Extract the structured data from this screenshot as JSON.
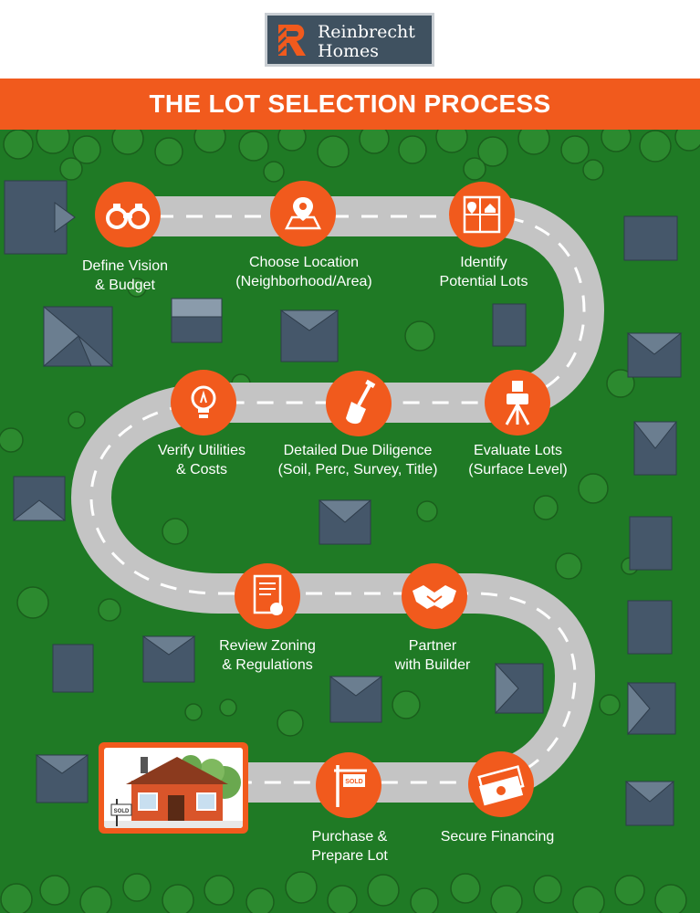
{
  "brand": {
    "name_line1": "Reinbrecht",
    "name_line2": "Homes",
    "accent": "#f15a1d",
    "logo_bg": "#3f5160"
  },
  "title": "THE LOT SELECTION PROCESS",
  "colors": {
    "grass": "#1f7a25",
    "road": "#c4c4c4",
    "house_roof": "#45576a",
    "step": "#f15a1d"
  },
  "steps": [
    {
      "icon": "binoculars-icon",
      "line1": "Define Vision",
      "line2": "& Budget"
    },
    {
      "icon": "map-pin-icon",
      "line1": "Choose Location",
      "line2": "(Neighborhood/Area)"
    },
    {
      "icon": "lot-map-icon",
      "line1": "Identify",
      "line2": "Potential Lots"
    },
    {
      "icon": "surveyor-icon",
      "line1": "Evaluate Lots",
      "line2": "(Surface Level)"
    },
    {
      "icon": "shovel-icon",
      "line1": "Detailed Due Diligence",
      "line2": "(Soil, Perc, Survey, Title)"
    },
    {
      "icon": "lightbulb-icon",
      "line1": "Verify Utilities",
      "line2": "& Costs"
    },
    {
      "icon": "certificate-icon",
      "line1": "Review Zoning",
      "line2": "& Regulations"
    },
    {
      "icon": "handshake-icon",
      "line1": "Partner",
      "line2": "with Builder"
    },
    {
      "icon": "money-stack-icon",
      "line1": "Secure Financing",
      "line2": ""
    },
    {
      "icon": "sold-sign-icon",
      "line1": "Purchase &",
      "line2": "Prepare Lot"
    }
  ],
  "sold_text": "SOLD"
}
